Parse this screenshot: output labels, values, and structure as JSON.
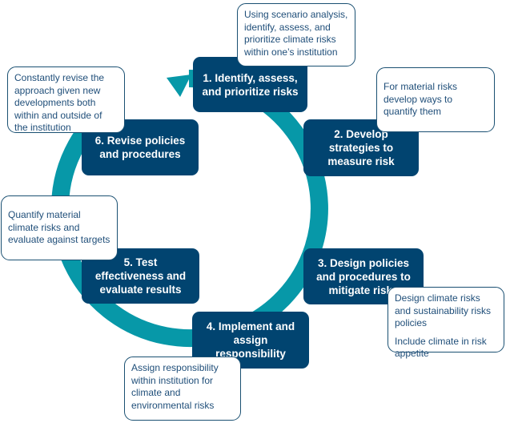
{
  "diagram": {
    "title": "Climate risk management cycle",
    "colors": {
      "step_fill": "#014470",
      "step_text": "#ffffff",
      "ring": "#0798a8",
      "note_border": "#1a5072",
      "note_text": "#1f4e79"
    },
    "steps": [
      {
        "number": 1,
        "label": "1. Identify, assess, and prioritize risks"
      },
      {
        "number": 2,
        "label": "2. Develop strategies to measure risk"
      },
      {
        "number": 3,
        "label": "3. Design policies and procedures to mitigate risks"
      },
      {
        "number": 4,
        "label": "4. Implement and assign responsibility"
      },
      {
        "number": 5,
        "label": "5. Test effectiveness and evaluate results"
      },
      {
        "number": 6,
        "label": "6. Revise policies and procedures"
      }
    ],
    "notes": [
      {
        "step": 1,
        "paragraphs": [
          "Using scenario analysis, identify, assess, and prioritize climate risks within one’s institution"
        ]
      },
      {
        "step": 2,
        "paragraphs": [
          "For material risks develop ways to quantify them"
        ]
      },
      {
        "step": 3,
        "paragraphs": [
          "Design climate risks and sustainability risks policies",
          "Include climate in risk appetite"
        ]
      },
      {
        "step": 4,
        "paragraphs": [
          "Assign responsibility within institution for climate and environmental risks"
        ]
      },
      {
        "step": 5,
        "paragraphs": [
          "Quantify material climate risks and evaluate against targets"
        ]
      },
      {
        "step": 6,
        "paragraphs": [
          "Constantly revise the approach given new developments both within and outside of the institution"
        ]
      }
    ],
    "flow_direction": "clockwise"
  }
}
